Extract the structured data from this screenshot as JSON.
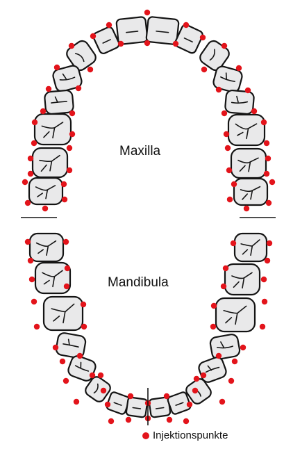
{
  "labels": {
    "upper_jaw": "Maxilla",
    "lower_jaw": "Mandibula"
  },
  "legend": {
    "marker_color": "#e3141b",
    "label": "Injektionspunkte"
  },
  "colors": {
    "tooth_fill": "#e9e9ea",
    "tooth_outline": "#141414",
    "injection_point": "#e3141b"
  }
}
